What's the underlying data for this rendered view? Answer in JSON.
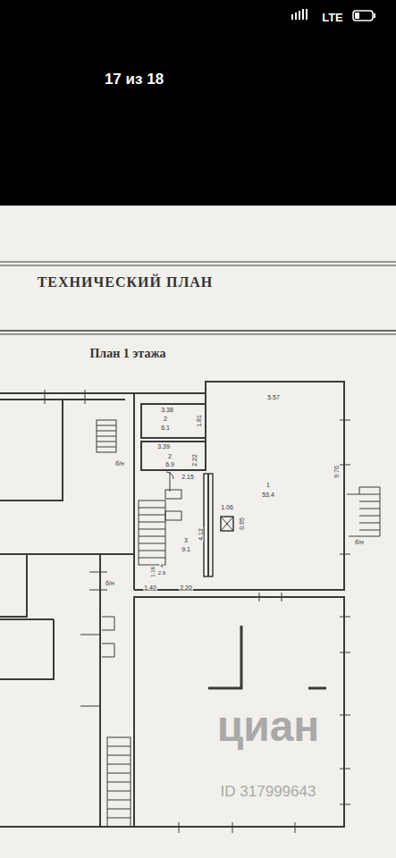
{
  "diagram": {
    "title": "ТЕХНИЧЕСКИЙ ПЛАН",
    "labels": [
      "LTE",
      "17 из 18",
      "План 1 этажа",
      "3.38",
      "2",
      "6.1",
      "1.81",
      "3.39",
      "2",
      "6.9",
      "2.22",
      "б/н",
      "2.15",
      "1.06",
      "0.95",
      "1",
      "53.4",
      "5.57",
      "9.76",
      "б/н",
      "3",
      "9.1",
      "4.12",
      "1.18",
      "4",
      "2.9",
      "б/н",
      "1.40",
      "2.20",
      "циан",
      "ID 317999643"
    ]
  }
}
